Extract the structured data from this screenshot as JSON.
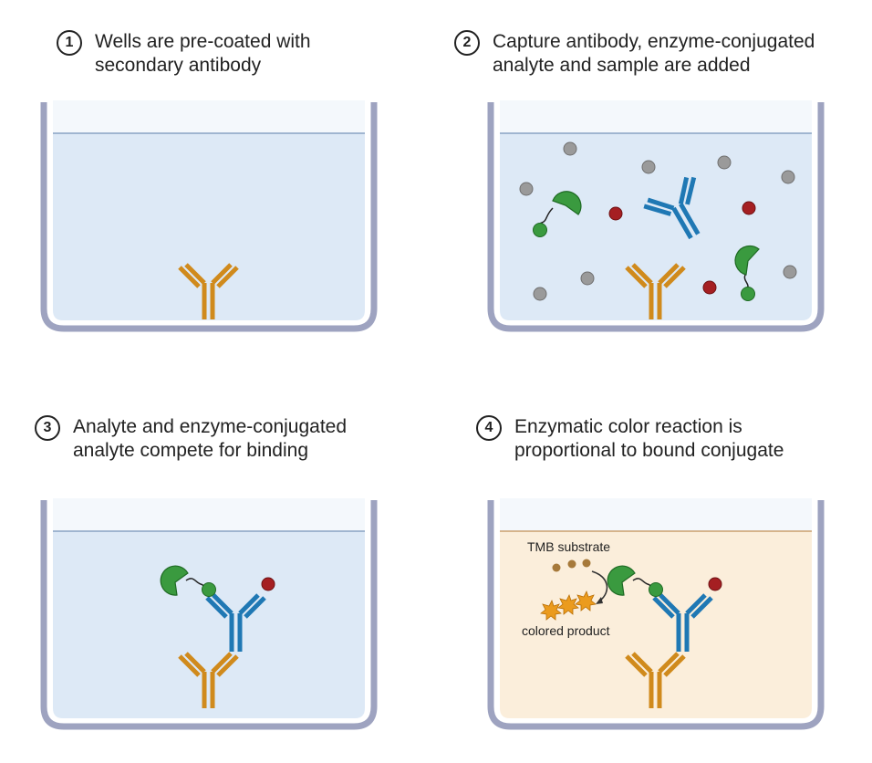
{
  "steps": [
    {
      "number": "1",
      "lines": [
        "Wells are pre-coated with",
        "secondary antibody"
      ]
    },
    {
      "number": "2",
      "lines": [
        "Capture antibody, enzyme-conjugated",
        "analyte and sample are added"
      ]
    },
    {
      "number": "3",
      "lines": [
        "Analyte and enzyme-conjugated",
        "analyte compete for binding"
      ]
    },
    {
      "number": "4",
      "lines": [
        "Enzymatic color reaction is",
        "proportional to bound conjugate"
      ]
    }
  ],
  "labels": {
    "tmb_substrate": "TMB substrate",
    "colored_product": "colored product"
  },
  "colors": {
    "well_frame": "#9ea3c0",
    "well_liquid": "#dde9f6",
    "well_liquid_reaction": "#fbeedb",
    "secondary_antibody": "#d08a1c",
    "capture_antibody": "#1f78b4",
    "enzyme": "#3a9a3f",
    "analyte": "#a51f22",
    "sample_particle": "#9a9a9a",
    "tmb_substrate": "#a6793a",
    "colored_product": "#eb9b1e"
  }
}
